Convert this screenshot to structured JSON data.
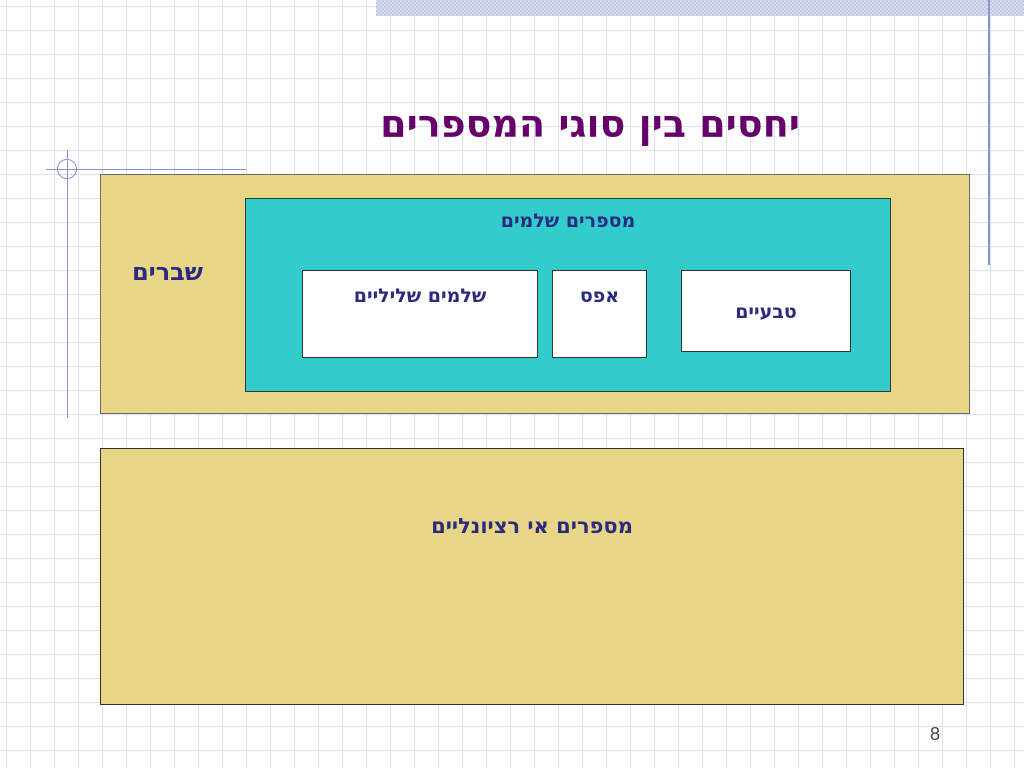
{
  "slide": {
    "title": "יחסים בין סוגי המספרים",
    "page_number": "8"
  },
  "diagram": {
    "fractions": {
      "label": "שברים"
    },
    "integers": {
      "label": "מספרים שלמים",
      "items": [
        {
          "label": "שלמים שליליים"
        },
        {
          "label": "אפס"
        },
        {
          "label": "טבעיים"
        }
      ]
    },
    "irrationals": {
      "label": "מספרים אי רציונליים"
    }
  },
  "colors": {
    "title": "#66006b",
    "label_text": "#2a2a80",
    "outer_box_fill": "#e8d585",
    "integers_box_fill": "#33cccc",
    "inner_box_fill": "#ffffff",
    "grid_lines": "#dde0ef",
    "accent_lines": "#8a93cf"
  }
}
